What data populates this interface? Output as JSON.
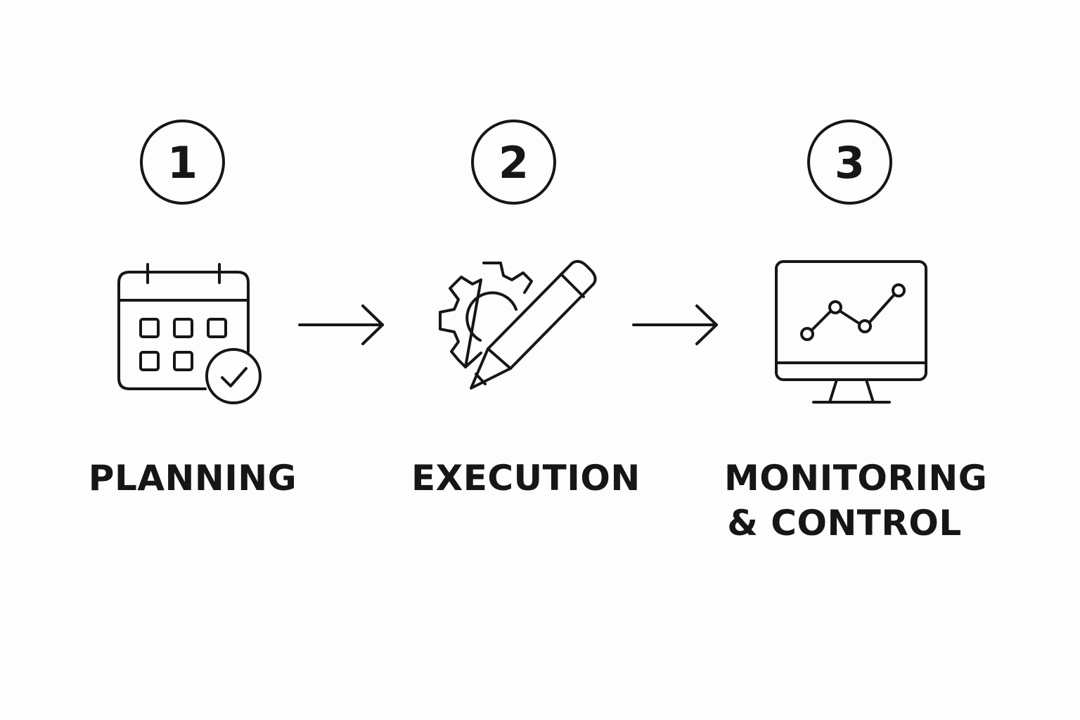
{
  "steps": [
    {
      "number": "1",
      "icon": "calendar-check-icon",
      "label_lines": [
        "PLANNING"
      ]
    },
    {
      "number": "2",
      "icon": "gear-pencil-icon",
      "label_lines": [
        "EXECUTION"
      ]
    },
    {
      "number": "3",
      "icon": "monitor-chart-icon",
      "label_lines": [
        "MONITORING",
        "& CONTROL"
      ]
    }
  ],
  "connectors": [
    "arrow-right-icon",
    "arrow-right-icon"
  ],
  "colors": {
    "ink": "#161616",
    "background": "#fdfdfd"
  }
}
